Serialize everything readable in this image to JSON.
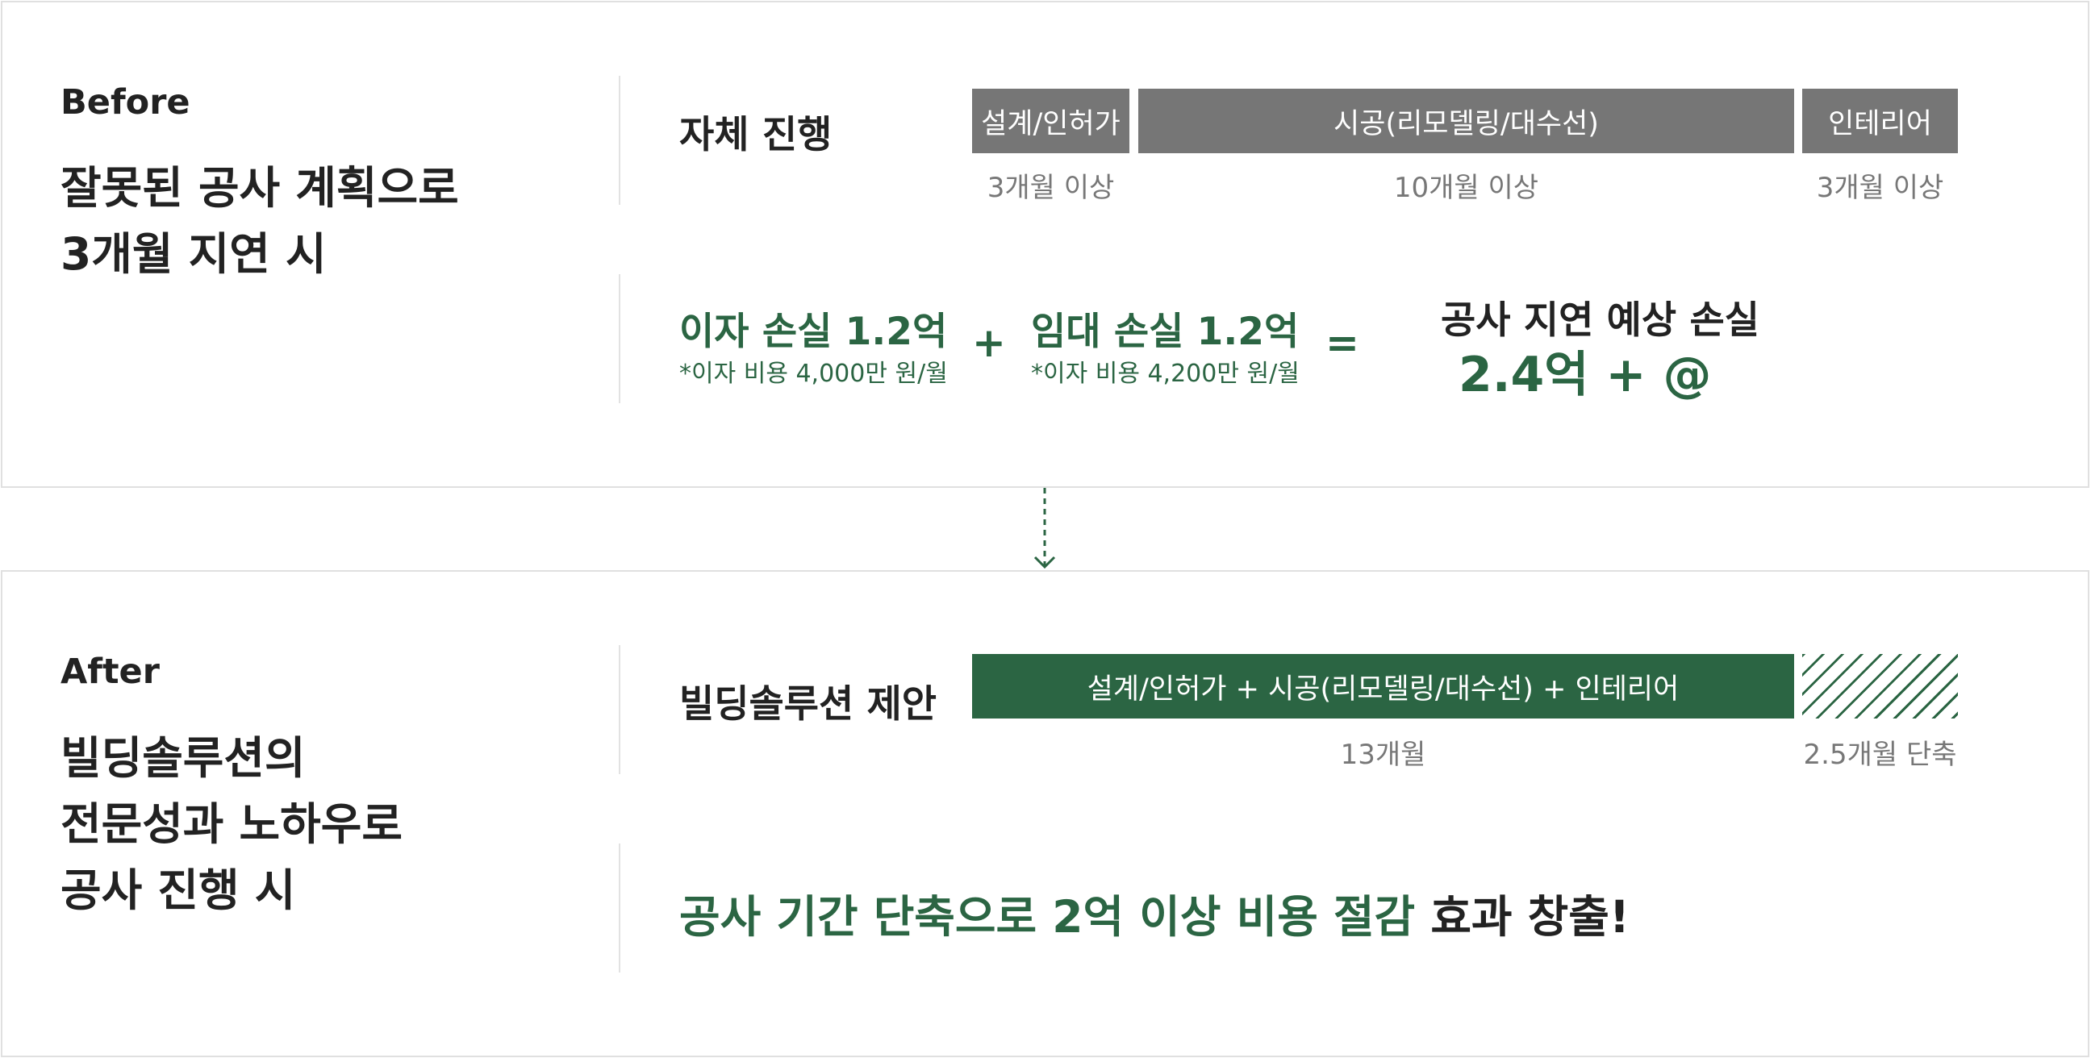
{
  "before": {
    "tag": "Before",
    "heading_lines": [
      "잘못된 공사 계획으로",
      "3개월 지연 시"
    ],
    "row_label": "자체 진행",
    "phases": [
      {
        "label": "설계/인허가",
        "duration": "3개월 이상"
      },
      {
        "label": "시공(리모델링/대수선)",
        "duration": "10개월 이상"
      },
      {
        "label": "인테리어",
        "duration": "3개월 이상"
      }
    ],
    "interest_loss": {
      "title": "이자 손실 1.2억",
      "note": "*이자 비용 4,000만 원/월"
    },
    "plus": "+",
    "rent_loss": {
      "title": "임대 손실 1.2억",
      "note": "*이자 비용 4,200만 원/월"
    },
    "equals": "=",
    "result": {
      "title": "공사 지연 예상 손실",
      "value": "2.4억 + @"
    }
  },
  "after": {
    "tag": "After",
    "heading_lines": [
      "빌딩솔루션의",
      "전문성과 노하우로",
      "공사 진행 시"
    ],
    "row_label": "빌딩솔루션 제안",
    "bar_label": "설계/인허가 + 시공(리모델링/대수선) + 인테리어",
    "bar_duration": "13개월",
    "saved_duration": "2.5개월 단축",
    "conclusion_highlight": "공사 기간 단축으로 2억 이상 비용 절감",
    "conclusion_rest": " 효과 창출!"
  },
  "colors": {
    "green": "#2b6543",
    "gray_bar": "#767676",
    "muted_text": "#777777",
    "border": "#e0e0e0"
  }
}
